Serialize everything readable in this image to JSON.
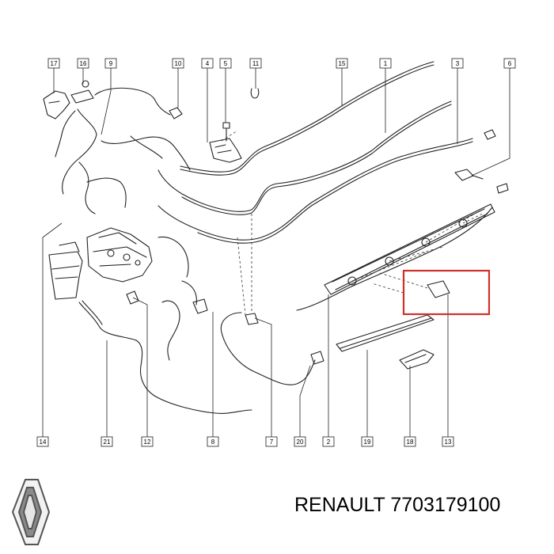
{
  "diagram": {
    "callouts_top": [
      "17",
      "16",
      "9",
      "10",
      "4",
      "5",
      "11",
      "15",
      "1",
      "3",
      "6"
    ],
    "callouts_bottom": [
      "14",
      "21",
      "12",
      "8",
      "7",
      "20",
      "2",
      "19",
      "18",
      "13"
    ],
    "highlight_color": "#d0302a",
    "line_color": "#222222"
  },
  "brand": {
    "logo": "renault-diamond-logo",
    "caption": "RENAULT 7703179100"
  }
}
